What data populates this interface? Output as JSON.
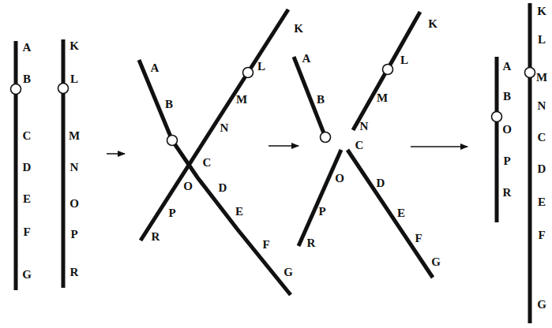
{
  "diagram": {
    "labels": [
      "A",
      "B",
      "C",
      "D",
      "E",
      "F",
      "G",
      "K",
      "L",
      "M",
      "N",
      "O",
      "P",
      "R",
      "A",
      "B",
      "C",
      "D",
      "E",
      "F",
      "G",
      "K",
      "L",
      "M",
      "N",
      "O",
      "P",
      "R",
      "A",
      "B",
      "C",
      "D",
      "E",
      "F",
      "G",
      "K",
      "L",
      "M",
      "N",
      "O",
      "P",
      "R",
      "A",
      "B",
      "O",
      "P",
      "R",
      "K",
      "L",
      "M",
      "N",
      "C",
      "D",
      "E",
      "F",
      "G"
    ]
  }
}
